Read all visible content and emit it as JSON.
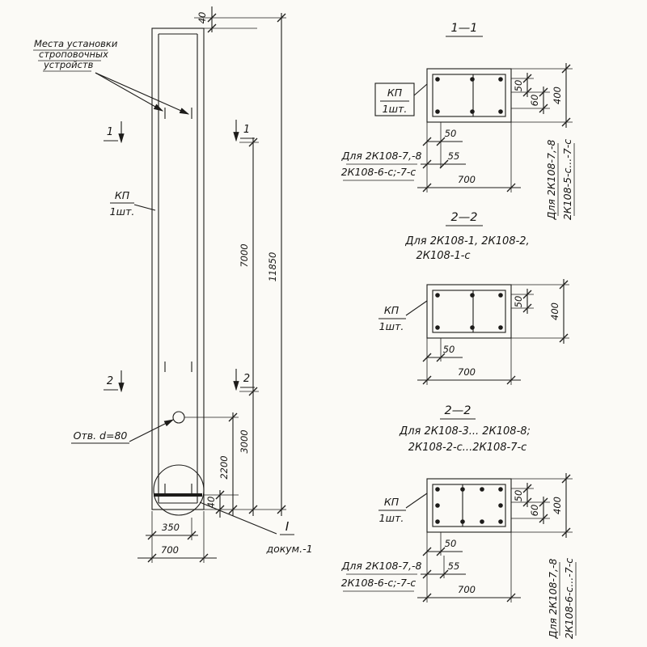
{
  "elevation": {
    "slinging_note": {
      "l1": "Места установки",
      "l2": "строповочных",
      "l3": "устройств"
    },
    "kp_label": "КП",
    "kp_qty": "1шт.",
    "hole_label": "Отв. d=80",
    "detail_mark": "I",
    "detail_doc": "докум.-1",
    "mark1": "1",
    "mark2": "2",
    "dims": {
      "top_offset": "40",
      "span_upper": "7000",
      "total": "11850",
      "span_lower": "3000",
      "hole_level": "2200",
      "bottom_offset": "40",
      "half_width": "350",
      "width": "700"
    }
  },
  "section11": {
    "title": "1—1",
    "kp_label": "КП",
    "kp_qty": "1шт.",
    "dims": {
      "b50": "50",
      "b55": "55",
      "b700": "700",
      "r50": "50",
      "r60": "60",
      "r400": "400"
    },
    "note": {
      "l1": "Для 2К108-7,-8",
      "l2": "2К108-6-с;-7-с"
    },
    "side_note": {
      "l1": "Для 2К108-7,-8",
      "l2": "2К108-5-с...-7-с"
    }
  },
  "section22a": {
    "title": "2—2",
    "subtitle": {
      "l1": "Для 2К108-1, 2К108-2,",
      "l2": "2К108-1-с"
    },
    "kp_label": "КП",
    "kp_qty": "1шт.",
    "dims": {
      "b50": "50",
      "b700": "700",
      "r50": "50",
      "r400": "400"
    }
  },
  "section22b": {
    "title": "2—2",
    "subtitle": {
      "l1": "Для 2К108-3... 2К108-8;",
      "l2": "2К108-2-с...2К108-7-с"
    },
    "kp_label": "КП",
    "kp_qty": "1шт.",
    "dims": {
      "b50": "50",
      "b55": "55",
      "b700": "700",
      "r50": "50",
      "r60": "60",
      "r400": "400"
    },
    "note": {
      "l1": "Для 2К108-7,-8",
      "l2": "2К108-6-с;-7-с"
    },
    "side_note": {
      "l1": "Для 2К108-7,-8",
      "l2": "2К108-6-с...-7-с"
    }
  }
}
